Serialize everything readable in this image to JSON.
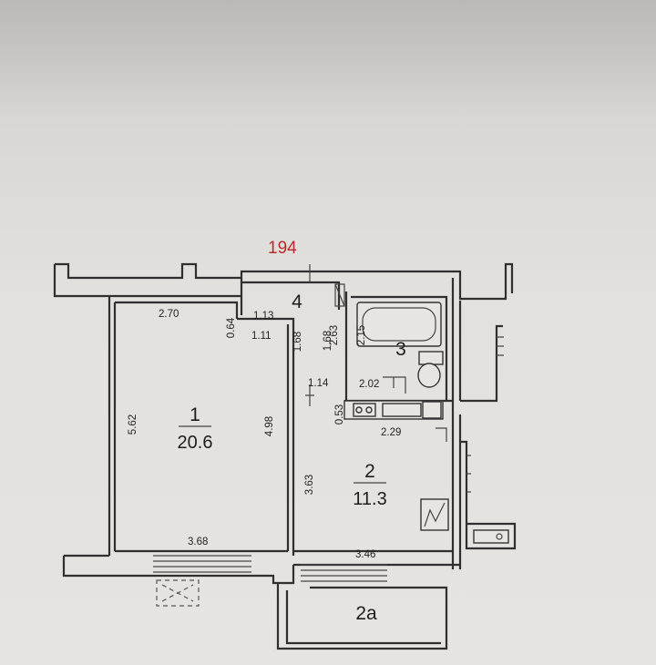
{
  "plan_number": "194",
  "colors": {
    "plan_number": "#c0272d",
    "wall": "#2f2f2f",
    "paper": "#e4e2de"
  },
  "rooms": {
    "r1": {
      "number": "1",
      "area": "20.6"
    },
    "r2": {
      "number": "2",
      "area": "11.3"
    },
    "r3": {
      "number": "3"
    },
    "r4": {
      "number": "4"
    },
    "r2a": {
      "number": "2a"
    }
  },
  "dims": {
    "d270": "2.70",
    "d064": "0.64",
    "d113": "1.13",
    "d111": "1.11",
    "d168a": "1.68",
    "d168b": "1.68",
    "d263": "2.63",
    "d215": "2.15",
    "d202": "2.02",
    "d114": "1.14",
    "d053": "0.53",
    "d229": "2.29",
    "d562": "5.62",
    "d498": "4.98",
    "d363": "3.63",
    "d368": "3.68",
    "d346": "3.46"
  }
}
